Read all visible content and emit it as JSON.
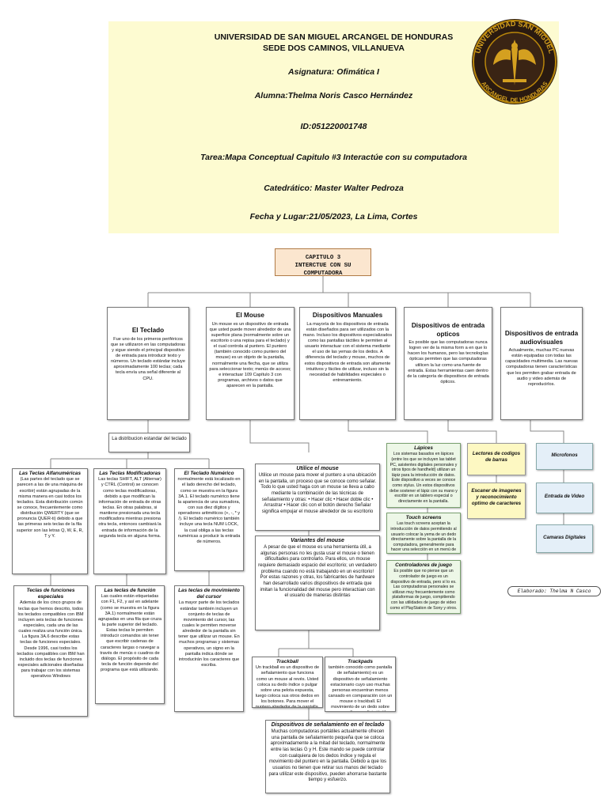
{
  "header": {
    "university": "UNIVERSIDAD DE SAN MIGUEL ARCANGEL DE HONDURAS",
    "campus": "SEDE DOS CAMINOS, VILLANUEVA",
    "subject": "Asignatura: Ofimática I",
    "student": "Alumna:Thelma Noris Casco Hernández",
    "id": "ID:051220001748",
    "task": "Tarea:Mapa Conceptual Capitulo #3 Interactúe con su computadora",
    "teacher": "Catedrático: Master Walter Pedroza",
    "date": "Fecha y Lugar:21/05/2023, La Lima, Cortes"
  },
  "seal": {
    "top_text": "UNIVERSIDAD SAN MIGUEL",
    "bottom_text": "ARCANGEL DE HONDURAS",
    "color": "#b8860b"
  },
  "chapter": {
    "line1": "CAPITULO 3",
    "line2": "INTERCTUE CON SU COMPUTADORA"
  },
  "categories": {
    "teclado": {
      "title": "El Teclado",
      "body": "Fue uno de los primeros periféricos que se utilizaron en las computadoras y sigue siendo el principal dispositivo de entrada para introducir texto y números. Un teclado estándar incluye aproximadamente 100 teclas; cada tecla envía una señal diferente al CPU."
    },
    "mouse": {
      "title": "El Mouse",
      "body": "Un mouse es un dispositivo de entrada que usted puede mover alrededor de una superficie plana (normalmente sobre un escritorio o una repisa para el teclado) y el cual controla al puntero. El puntero (también conocido como puntero del mouse) es un objeto de la pantalla, normalmente una flecha, que se utiliza para seleccionar texto; menús de acceso; e interactuar 109 Capítulo 3 con programas, archivos o datos que aparecen en la pantalla."
    },
    "manuales": {
      "title": "Dispositivos Manuales",
      "body": "La mayoría de los dispositivos de entrada están diseñados para ser utilizados con la mano. Incluso los dispositivos especializados como las pantallas táctiles le permiten al usuario interactuar con el sistema mediante el uso de las yemas de los dedos. A diferencia del teclado y mouse, muchos de estos dispositivos de entrada son altamente intuitivos y fáciles de utilizar, incluso sin la necesidad de habilidades especiales o entrenamiento."
    },
    "opticos": {
      "title": "Dispositivos de entrada opticos",
      "body": "Es posible que las computadoras nunca logren ver de la misma form a en que lo hacen los humanos, pero las tecnologías ópticas permiten que las computadoras utilicen la luz como una fuente de entrada. Estas herramientas caen dentro de la categoría de dispositivos de entrada ópticos."
    },
    "audiovisuales": {
      "title": "Dispositivos de entrada audiovisuales",
      "body": "Actualmente, muchas PC nuevas están equipadas con todas las capacidades multimedia. Las nuevas computadoras tienen características que les permiten grabar entrada de audio y video además de reproducirlos."
    }
  },
  "teclado_branch": {
    "dist": "La distribucion estandar del teclado",
    "alfanumericas": {
      "title": "Las Teclas Alfanuméricas",
      "body": "(Las partes del teclado que se parecen a las de una máquina de escribir) están agrupadas de la misma manera en casi todos los teclados. Esta distribución común se conoce, frecuentemente como distribución QWERTY (que se pronuncia QUER-ti) debido a que las primeras seis teclas de la fila superior son las letras Q, W, E, R, T y Y."
    },
    "modificadoras": {
      "title": "Las Teclas Modificadoras",
      "body": "Las teclas SHIFT, ALT (Alternar) y CTRL (Control) se conocen como teclas modificadoras, debido a que modifican la información de entrada de otras teclas. En otras palabras, si mantiene presionada una tecla modificadora mientras presiona otra tecla, entonces cambiará la entrada de información de la segunda tecla en alguna forma."
    },
    "numerico": {
      "title": "El Teclado Numérico",
      "body": "normalmente está localizado en el lado derecho del teclado, como se muestra en la figura 3A.1. El teclado numérico tiene la apariencia de una sumadora, con sus diez dígitos y operadores aritméticos (+, -, * y /). El teclado numérico también incluye una tecla NUM LOCK, la cual obliga a las teclas numéricas a producir la entrada de números."
    },
    "funciones": {
      "title": "Teclas de funciones especiales",
      "body": "Además de los cinco grupos de teclas que hemos descrito, todos los teclados compatibles con IBM incluyen seis teclas de funciones especiales, cada una de las cuales realiza una función única. La figura 3A.6 describe estas teclas de funciones especiales. Desde 1996, casi todos los teclados compatibles con IBM han incluido dos teclas de funciones especiales adicionales diseñadas para trabajar con los sistemas operativos Windows"
    },
    "funcion": {
      "title": "Las teclas de función",
      "body": "Las cuales están etiquetadas con F1, F2, y así en adelante (como se muestra en la figura 3A.1) normalmente están agrupadas en una fila que cruza la parte superior del teclado. Estas teclas le permiten introducir comandos sin tener que escribir cadenas de caracteres largas o navegar a través de menús o cuadros de diálogo. El propósito de cada tecla de función depende del programa que está utilizando."
    },
    "movimiento": {
      "title": "Las teclas de movimiento del cursor",
      "body": "La mayor parte de los teclados estándar también incluyen un conjunto de teclas de movimiento del cursor, las cuales le permiten moverse alrededor de la pantalla sin tener que utilizar un mouse. En muchos programas y sistemas operativos, un signo en la pantalla indica dónde se introducirán los caracteres que escriba."
    }
  },
  "mouse_branch": {
    "utilice": {
      "title": "Utilice el mouse",
      "body": "Utilice un mouse para mover el puntero a una ubicación en la pantalla, un proceso que se conoce como señalar. Todo lo que usted haga con un mouse se lleva a cabo mediante la combinación de las técnicas de señalamiento y otras: • Hacer clic • Hacer doble clic • Arrastrar • Hacer clic con el botón derecho Señalar significa empujar el mouse alrededor de su escritorio"
    },
    "variantes": {
      "title": "Variantes del mouse",
      "body": "A pesar de que el mouse es una herramienta útil, a algunas personas no les gusta usar el mouse o tienen dificultades para controlarlo. Para ellos, un mouse requiere demasiado espacio del escritorio; un verdadero problema cuando no está trabajando en un escritorio! Por estas razones y otras, los fabricantes de hardware han desarrollado varios dispositivos de entrada que imitan la funcionalidad del mouse pero interactúan con el usuario de maneras distintas"
    },
    "trackball": {
      "title": "Trackball",
      "body": "Un trackball es un dispositivo de señalamiento que funciona como un mouse al revés. Usted coloca su dedo índice o pulgar sobre una pelota expuesta, luego coloca sus otros dedos en los botones. Para mover el puntero alrededor de la pantalla, debe hacer girar la pelota con su dedo índice o pulgar"
    },
    "trackpads": {
      "title": "Trackpads",
      "body": "también conocido como pantalla de señalamiento) es un dispositivo de señalamiento estacionario cuyo uso muchas personas encuentran menos cansado en comparación con un mouse o trackball. El movimiento de un dedo sobre una pequeña superficie táctil se transforma en el movimiento del puntero en la pantalla de la computadora."
    },
    "senalamiento": {
      "title": "Dispositivos de señalamiento en el teclado",
      "body": "Muchas computadoras portátiles actualmente ofrecen una pantalla de señalamiento pequeña que se coloca aproximadamente a la mitad del teclado, normalmente entre las teclas G y H. Este mando se puede controlar con cualquiera de los dedos índice y regula el movimiento del puntero en la pantalla. Debido a que los usuarios no tienen que retirar sus manos del teclado para utilizar este dispositivo, pueden ahorrarse bastante tiempo y esfuerzo."
    }
  },
  "manual_branch": {
    "lapices": {
      "title": "Lápices",
      "body": "Los sistemas basados en lápices (entre los que se incluyen las tablet PC, asistentes digitales personales y otros tipos de handheld) utilizan un lápiz para la introducción de datos. Este dispositivo a veces se conoce como stylus. Un estos dispositivos debe sostener el lápiz con su mano y escribir en un tablero especial o directamente en la pantalla."
    },
    "touch": {
      "title": "Touch screens",
      "body": "Las touch screens aceptan la introducción de datos permitiendo al usuario colocar la yema de un dedo directamente sobre la pantalla de la computadora, generalmente para hacer una selección en un menú de opciones."
    },
    "juego": {
      "title": "Controladores de juego",
      "body": "Es posible que no piense que un controlador de juego es un dispositivo de entrada, pero sí lo es. Las computadoras personales se utilizan muy frecuentemente como plataformas de juego, compitiendo con las utilidades de juego de video como el PlayStation de Sony y otros."
    }
  },
  "optic_branch": {
    "lectores": "Lectores de codigos de barras",
    "escaner": "Escaner de imagenes y reconocimiento optimo de caracteres"
  },
  "av_branch": {
    "microfonos": "Microfonos",
    "video": "Entrada de Video",
    "camaras": "Camaras Digitales"
  },
  "credit": "Elaborado: Thelma N Casco"
}
